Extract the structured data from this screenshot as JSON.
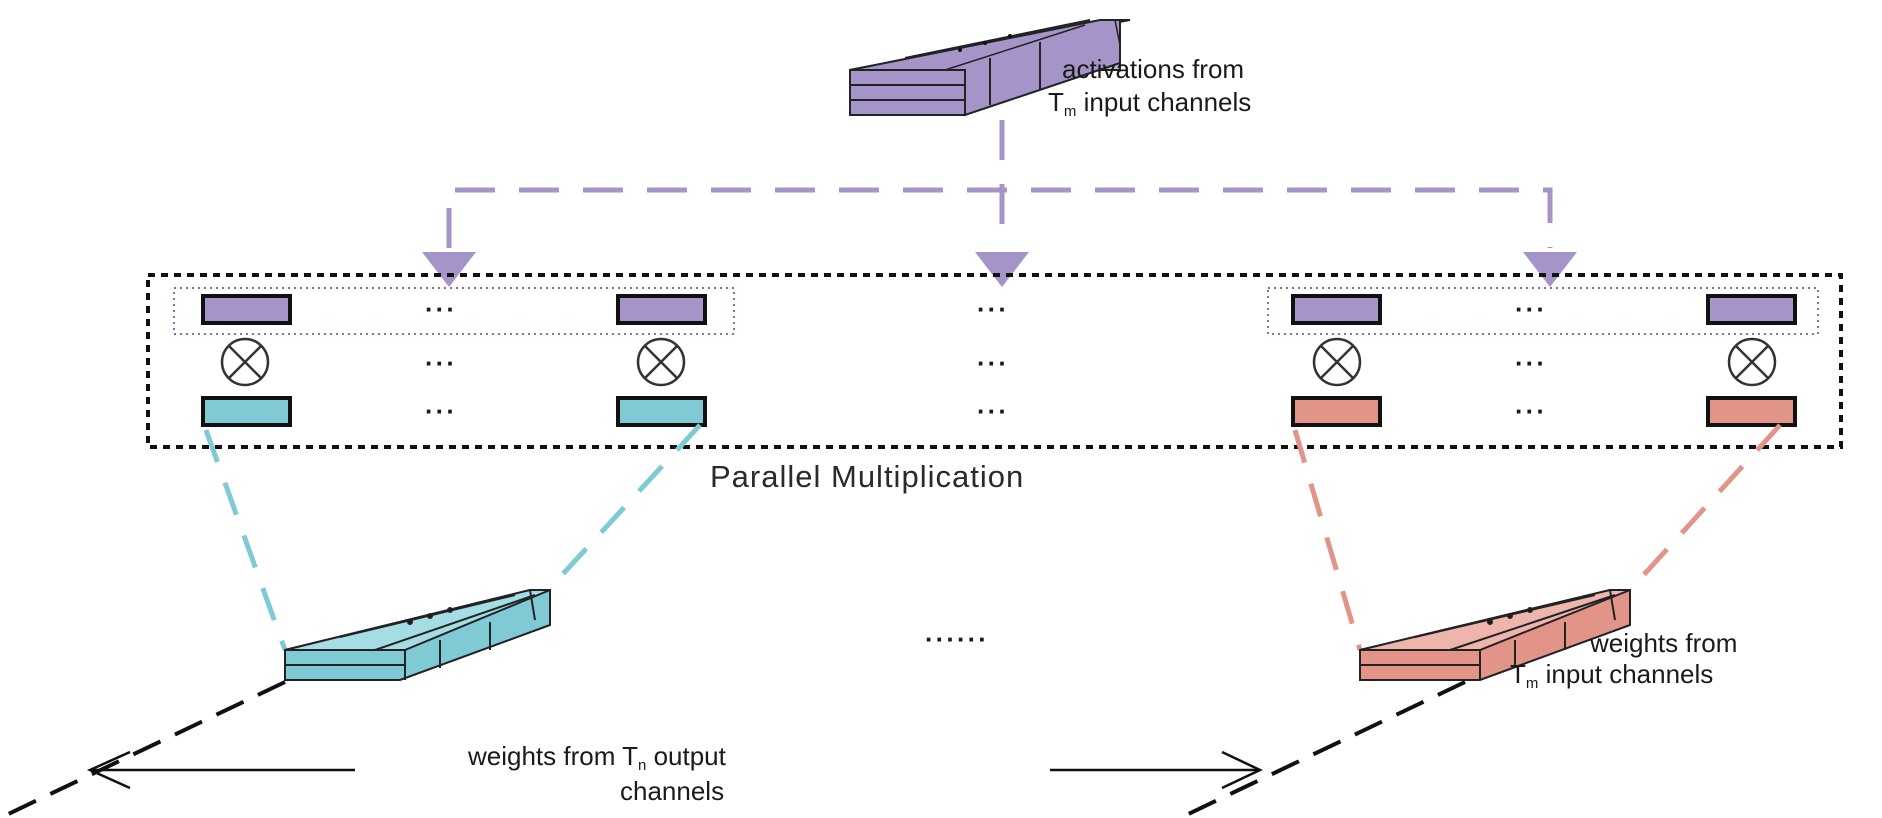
{
  "title": "Parallel Multiplication",
  "activations": {
    "main": "activations from",
    "prefix": "T",
    "sub": "m",
    "suffix": " input channels"
  },
  "weights_right": {
    "main": "weights from",
    "prefix": "T",
    "sub": "m",
    "suffix": " input channels"
  },
  "weights_span": {
    "prefix": "weights from T",
    "sub": "n",
    "suffix": " output",
    "line2": "channels"
  },
  "ellipsis_short": "···",
  "ellipsis_long": "······",
  "colors": {
    "activation": "#a594c8",
    "weight_left": "#7fcad4",
    "weight_right": "#e39489",
    "multiply_symbol": "#333333"
  },
  "icons": {
    "multiply": "circle-times-icon",
    "arrow": "arrow-down-icon"
  }
}
